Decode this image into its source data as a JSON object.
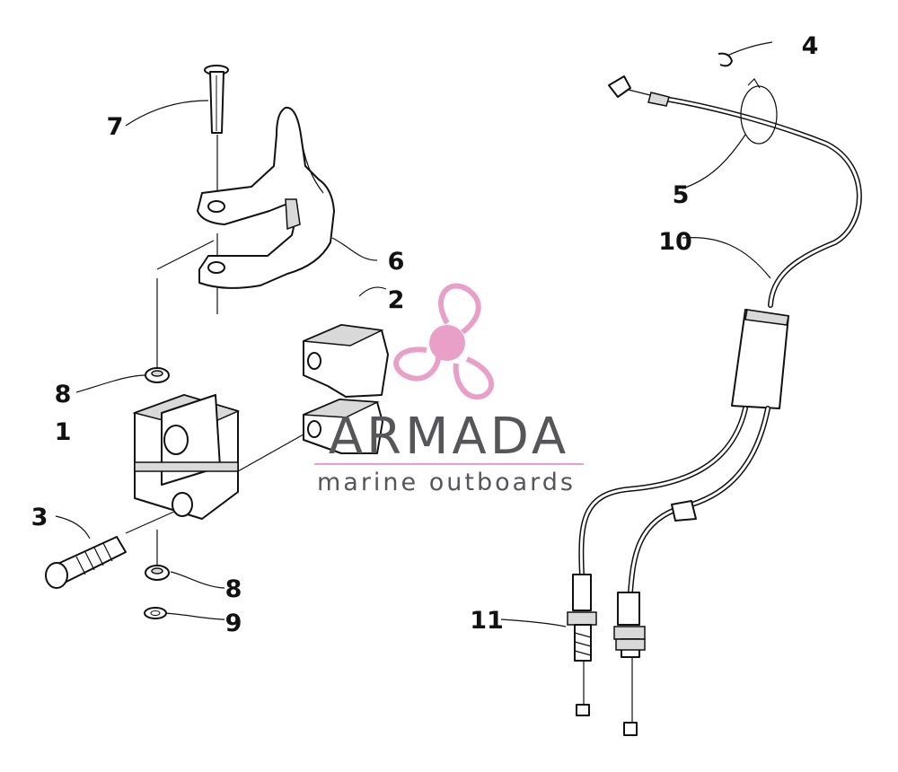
{
  "callouts": [
    {
      "id": "c1",
      "label": "1"
    },
    {
      "id": "c2",
      "label": "2"
    },
    {
      "id": "c3",
      "label": "3"
    },
    {
      "id": "c4",
      "label": "4"
    },
    {
      "id": "c5",
      "label": "5"
    },
    {
      "id": "c6",
      "label": "6"
    },
    {
      "id": "c7",
      "label": "7"
    },
    {
      "id": "c8a",
      "label": "8"
    },
    {
      "id": "c8b",
      "label": "8"
    },
    {
      "id": "c9",
      "label": "9"
    },
    {
      "id": "c10",
      "label": "10"
    },
    {
      "id": "c11",
      "label": "11"
    }
  ],
  "watermark": {
    "brand": "ARMADA",
    "tagline": "marine outboards",
    "text_color": "#55555a",
    "logo_color": "#e8a0c8"
  }
}
